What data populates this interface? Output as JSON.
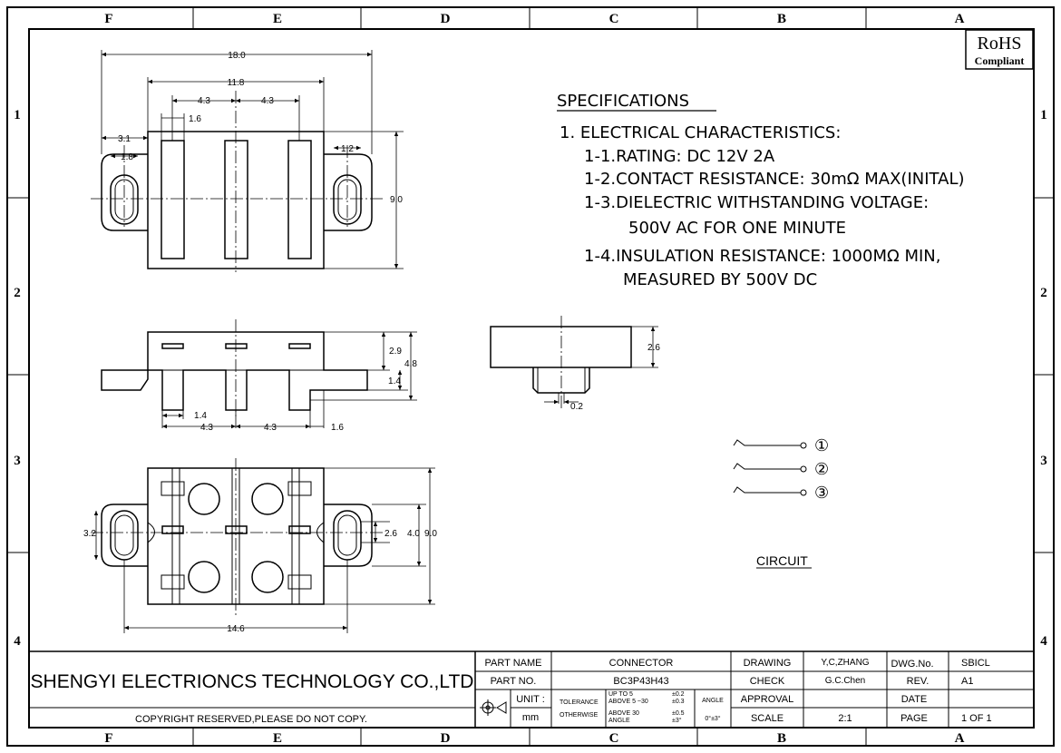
{
  "border": {
    "col_letters": [
      "F",
      "E",
      "D",
      "C",
      "B",
      "A"
    ],
    "row_numbers": [
      "1",
      "2",
      "3",
      "4"
    ]
  },
  "rohs": {
    "line1": "RoHS",
    "line2": "Compliant"
  },
  "specifications": {
    "title": "SPECIFICATIONS",
    "lines": [
      "1. ELECTRICAL CHARACTERISTICS:",
      "1-1.RATING: DC 12V 2A",
      "1-2.CONTACT RESISTANCE: 30mΩ MAX(INITAL)",
      "1-3.DIELECTRIC WITHSTANDING VOLTAGE:",
      "500V AC FOR ONE MINUTE",
      "1-4.INSULATION RESISTANCE: 1000MΩ MIN,",
      "MEASURED BY 500V DC"
    ]
  },
  "circuit": {
    "label": "CIRCUIT",
    "pins": [
      "①",
      "②",
      "③"
    ]
  },
  "dimensions": {
    "top_view": [
      "18.0",
      "11.8",
      "4.3",
      "4.3",
      "1.6",
      "3.1",
      "1.8",
      "1.2",
      "9.0"
    ],
    "side_view": [
      "2.9",
      "4.8",
      "1.4",
      "1.4",
      "4.3",
      "4.3",
      "1.6"
    ],
    "end_view": [
      "2.6",
      "0.2"
    ],
    "bottom_view": [
      "3.2",
      "2.6",
      "4.0",
      "9.0",
      "14.6"
    ]
  },
  "title_block": {
    "company": "SHENGYI ELECTRIONCS TECHNOLOGY CO.,LTD",
    "copyright": "COPYRIGHT RESERVED,PLEASE DO NOT COPY.",
    "part_name_label": "PART NAME",
    "part_name_value": "CONNECTOR",
    "part_no_label": "PART NO.",
    "part_no_value": "BC3P43H43",
    "unit_label": "UNIT :",
    "unit_value": "mm",
    "tolerance_label": "TOLERANCE",
    "otherwise_label": "OTHERWISE",
    "tol_rows": [
      {
        "range": "UP TO 5",
        "value": "±0.2"
      },
      {
        "range": "ABOVE 5 ~30",
        "value": "±0.3"
      },
      {
        "range": "ABOVE 30",
        "value": "±0.5"
      },
      {
        "range": "ANGLE",
        "value": "±3°"
      }
    ],
    "angle_label": "ANGLE",
    "angle_value": "0°±3°",
    "drawing_label": "DRAWING",
    "drawing_value": "Y,C,ZHANG",
    "check_label": "CHECK",
    "check_value": "G.C.Chen",
    "approval_label": "APPROVAL",
    "scale_label": "SCALE",
    "scale_value": "2:1",
    "dwg_no_label": "DWG.No.",
    "dwg_no_value": "SBICL",
    "rev_label": "REV.",
    "rev_value": "A1",
    "date_label": "DATE",
    "page_label": "PAGE",
    "page_value": "1 OF 1"
  }
}
